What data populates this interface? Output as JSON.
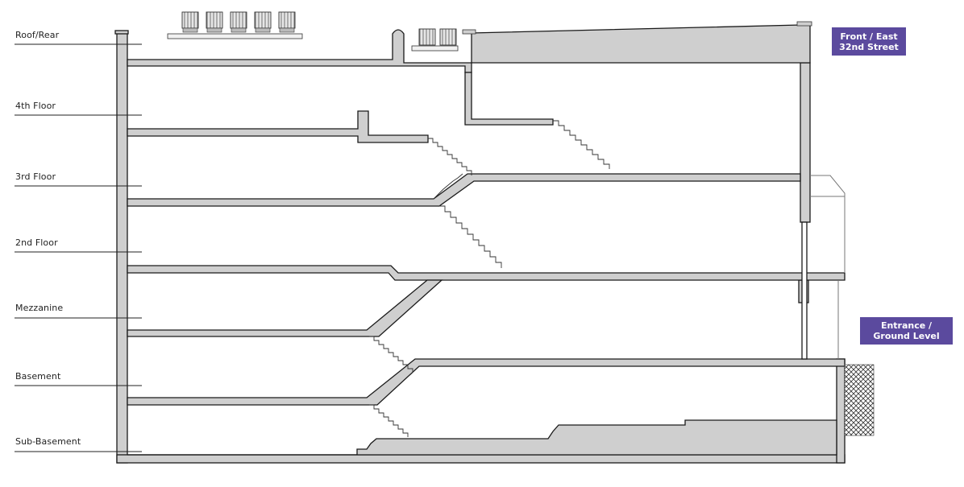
{
  "floors": [
    {
      "key": "roof",
      "label": "Roof/Rear"
    },
    {
      "key": "fourth",
      "label": "4th Floor"
    },
    {
      "key": "third",
      "label": "3rd Floor"
    },
    {
      "key": "second",
      "label": "2nd Floor"
    },
    {
      "key": "mezz",
      "label": "Mezzanine"
    },
    {
      "key": "basement",
      "label": "Basement"
    },
    {
      "key": "subbasement",
      "label": "Sub-Basement"
    }
  ],
  "callouts": {
    "front": {
      "line1": "Front / East",
      "line2": "32nd Street"
    },
    "entrance": {
      "line1": "Entrance /",
      "line2": "Ground Level"
    }
  },
  "colors": {
    "structure_fill": "#cfcfcf",
    "structure_stroke": "#1a1a1a",
    "callout_bg": "#5b4a9e",
    "hatch": "#333333"
  },
  "icons": [
    "hvac-unit-icon",
    "brick-hatch-icon"
  ]
}
